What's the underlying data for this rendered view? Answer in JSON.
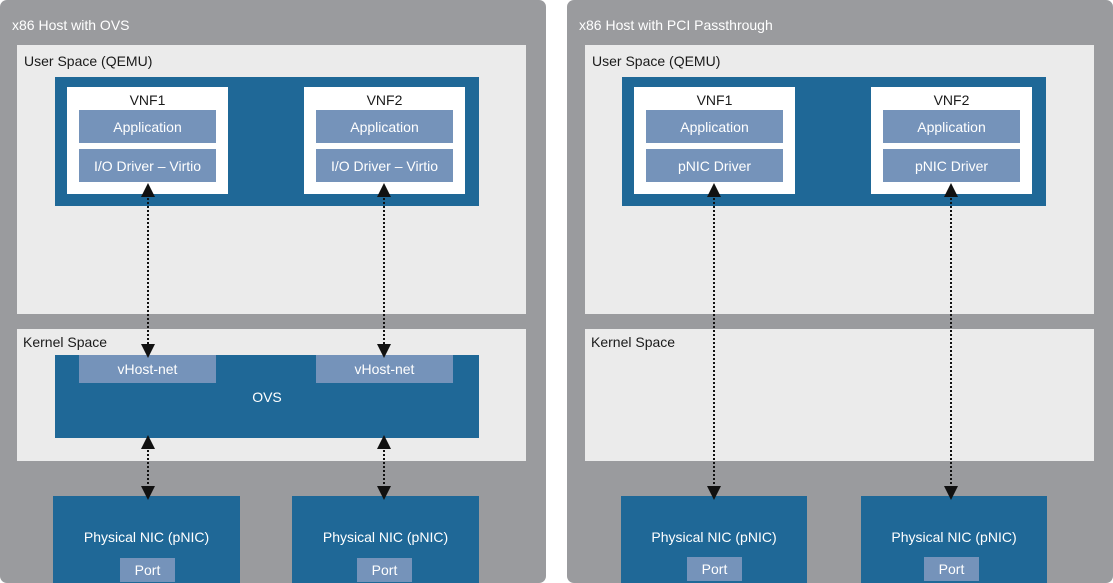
{
  "left_host": {
    "title": "x86 Host with OVS",
    "user_space": {
      "title": "User Space (QEMU)",
      "vnfs": [
        {
          "title": "VNF1",
          "app": "Application",
          "driver": "I/O Driver – Virtio"
        },
        {
          "title": "VNF2",
          "app": "Application",
          "driver": "I/O Driver – Virtio"
        }
      ]
    },
    "kernel_space": {
      "title": "Kernel Space",
      "vhost": [
        "vHost-net",
        "vHost-net"
      ],
      "ovs": "OVS"
    },
    "nics": [
      {
        "label": "Physical NIC (pNIC)",
        "port": "Port"
      },
      {
        "label": "Physical NIC (pNIC)",
        "port": "Port"
      }
    ]
  },
  "right_host": {
    "title": "x86 Host with PCI Passthrough",
    "user_space": {
      "title": "User Space (QEMU)",
      "vnfs": [
        {
          "title": "VNF1",
          "app": "Application",
          "driver": "pNIC Driver"
        },
        {
          "title": "VNF2",
          "app": "Application",
          "driver": "pNIC Driver"
        }
      ]
    },
    "kernel_space": {
      "title": "Kernel Space"
    },
    "nics": [
      {
        "label": "Physical NIC (pNIC)",
        "port": "Port"
      },
      {
        "label": "Physical NIC (pNIC)",
        "port": "Port"
      }
    ]
  },
  "colors": {
    "host_bg": "#9a9b9e",
    "space_bg": "#ebebeb",
    "blue": "#1f6897",
    "pill": "#7593ba",
    "connector": "#111111"
  }
}
